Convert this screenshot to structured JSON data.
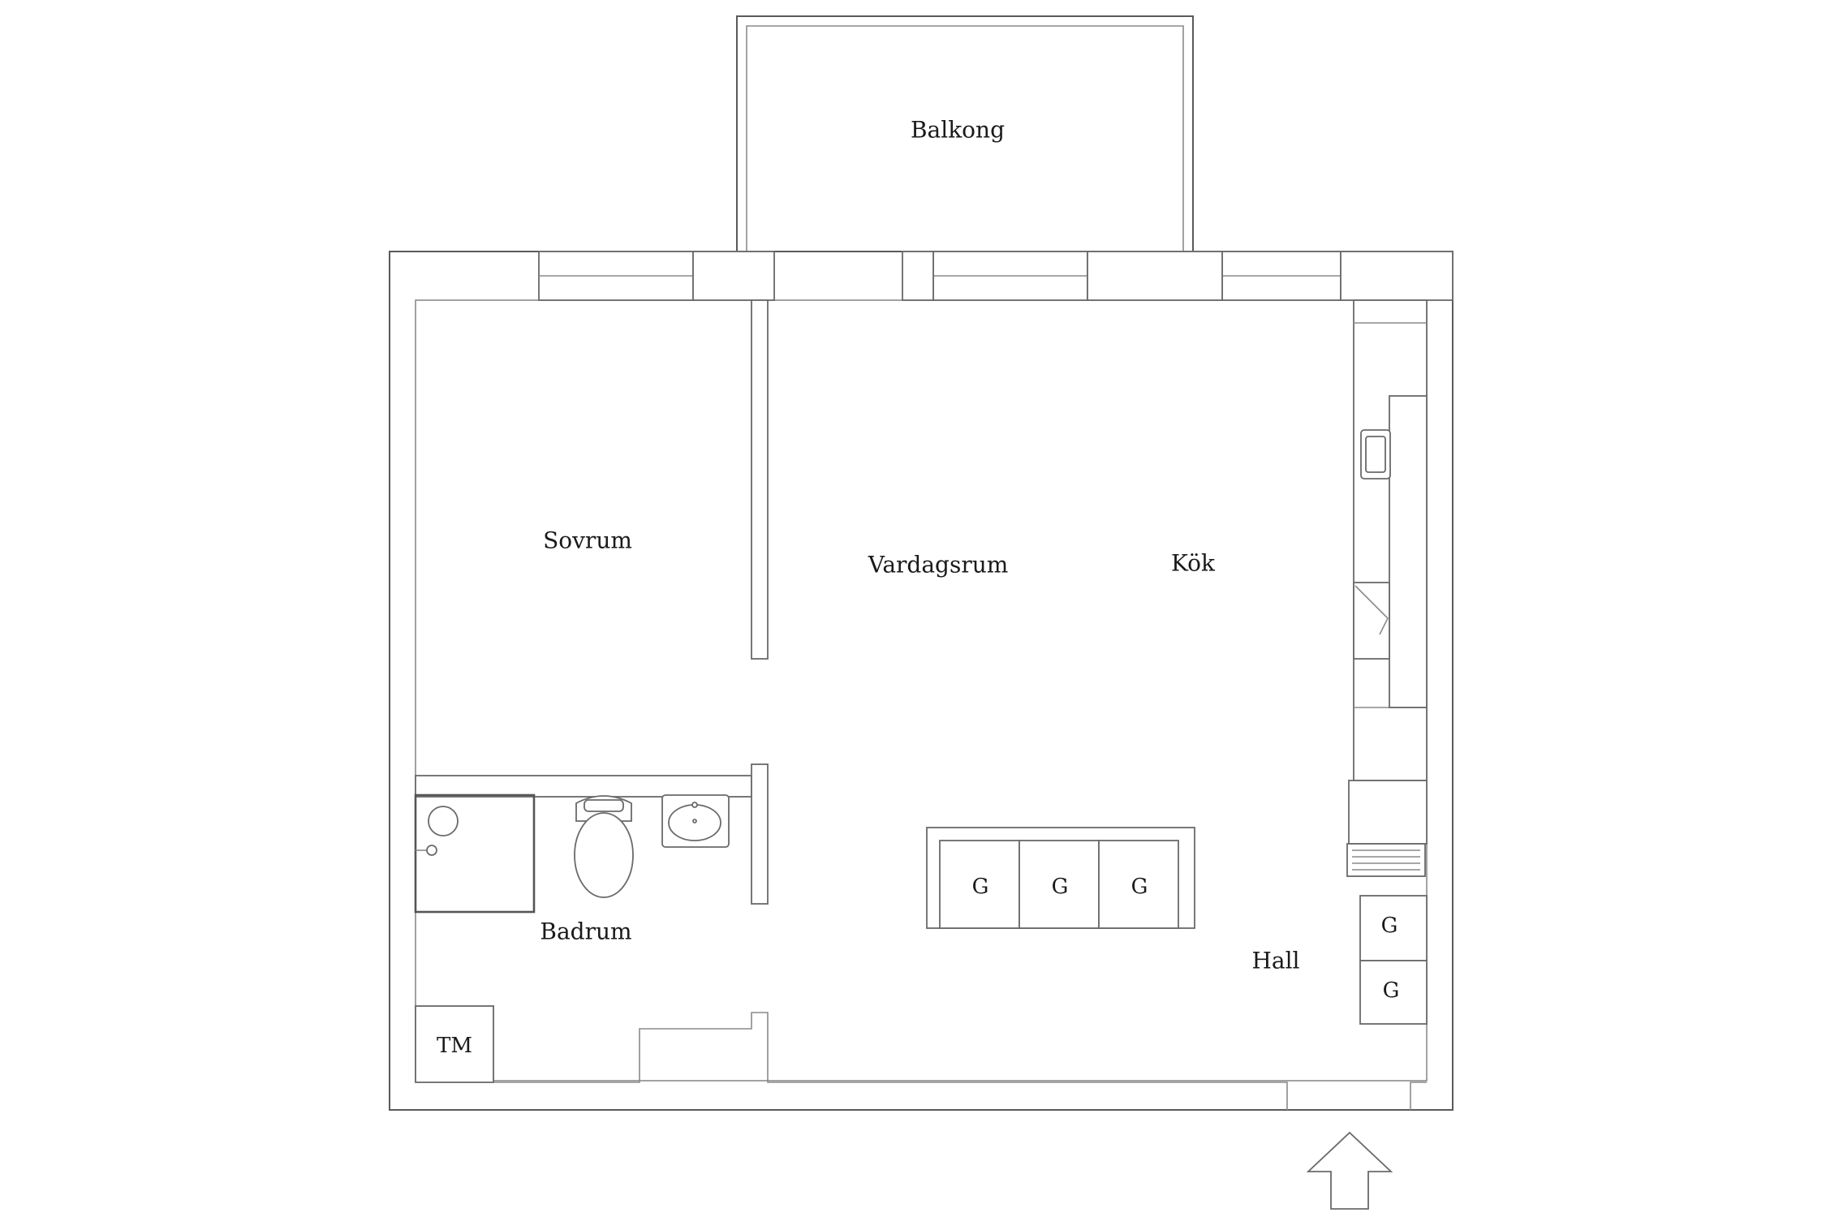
{
  "rooms": {
    "balkong": "Balkong",
    "sovrum": "Sovrum",
    "vardagsrum": "Vardagsrum",
    "kok": "Kök",
    "badrum": "Badrum",
    "hall": "Hall",
    "tm": "TM"
  },
  "closet_label": "G",
  "colors": {
    "wall": "#5a5a5a",
    "background": "#ffffff",
    "text": "#1a1a1a"
  },
  "icons": [
    "entrance-arrow-icon",
    "sink-icon",
    "toilet-icon",
    "shower-icon",
    "stove-icon",
    "radiator-icon"
  ]
}
